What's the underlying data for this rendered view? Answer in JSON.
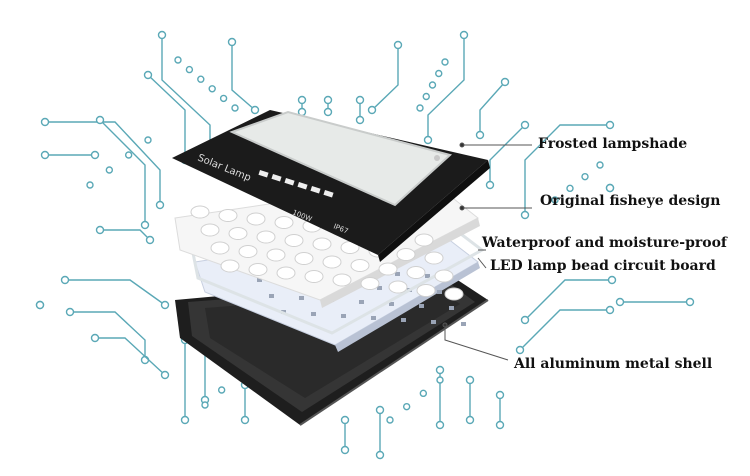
{
  "product": {
    "brand_text": "Solar Lamp",
    "power_text": "100W",
    "rating_text": "IP67"
  },
  "layers": [
    {
      "id": "lampshade",
      "label": "Frosted lampshade"
    },
    {
      "id": "fisheye",
      "label": "Original fisheye design"
    },
    {
      "id": "waterproof",
      "label": "Waterproof and moisture-proof"
    },
    {
      "id": "led-board",
      "label": "LED lamp bead circuit board"
    },
    {
      "id": "shell",
      "label": "All aluminum metal shell"
    }
  ],
  "colors": {
    "circuit": "#5aa8b6",
    "panel": "#1b1b1b",
    "glass": "#e9ecea",
    "lens": "#f4f4f4",
    "board": "#e8eef8",
    "shell": "#2c2c2c"
  }
}
